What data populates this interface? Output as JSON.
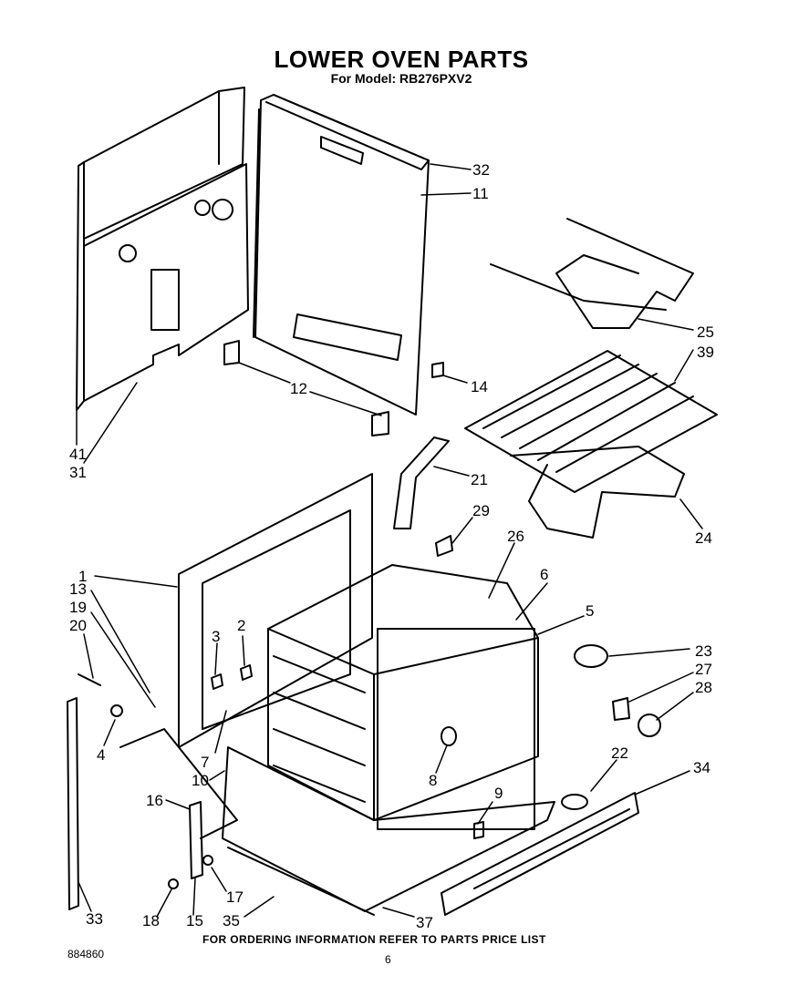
{
  "header": {
    "title": "LOWER OVEN PARTS",
    "subtitle": "For Model: RB276PXV2"
  },
  "footer": {
    "ordering_note": "FOR ORDERING INFORMATION REFER TO PARTS PRICE LIST",
    "document_number": "884860",
    "page_number": "6"
  },
  "part_labels": [
    "32",
    "11",
    "25",
    "39",
    "12",
    "14",
    "41",
    "31",
    "21",
    "29",
    "24",
    "26",
    "1",
    "13",
    "19",
    "20",
    "6",
    "5",
    "3",
    "2",
    "23",
    "27",
    "28",
    "4",
    "7",
    "10",
    "22",
    "8",
    "34",
    "16",
    "9",
    "33",
    "18",
    "15",
    "17",
    "35",
    "37"
  ]
}
